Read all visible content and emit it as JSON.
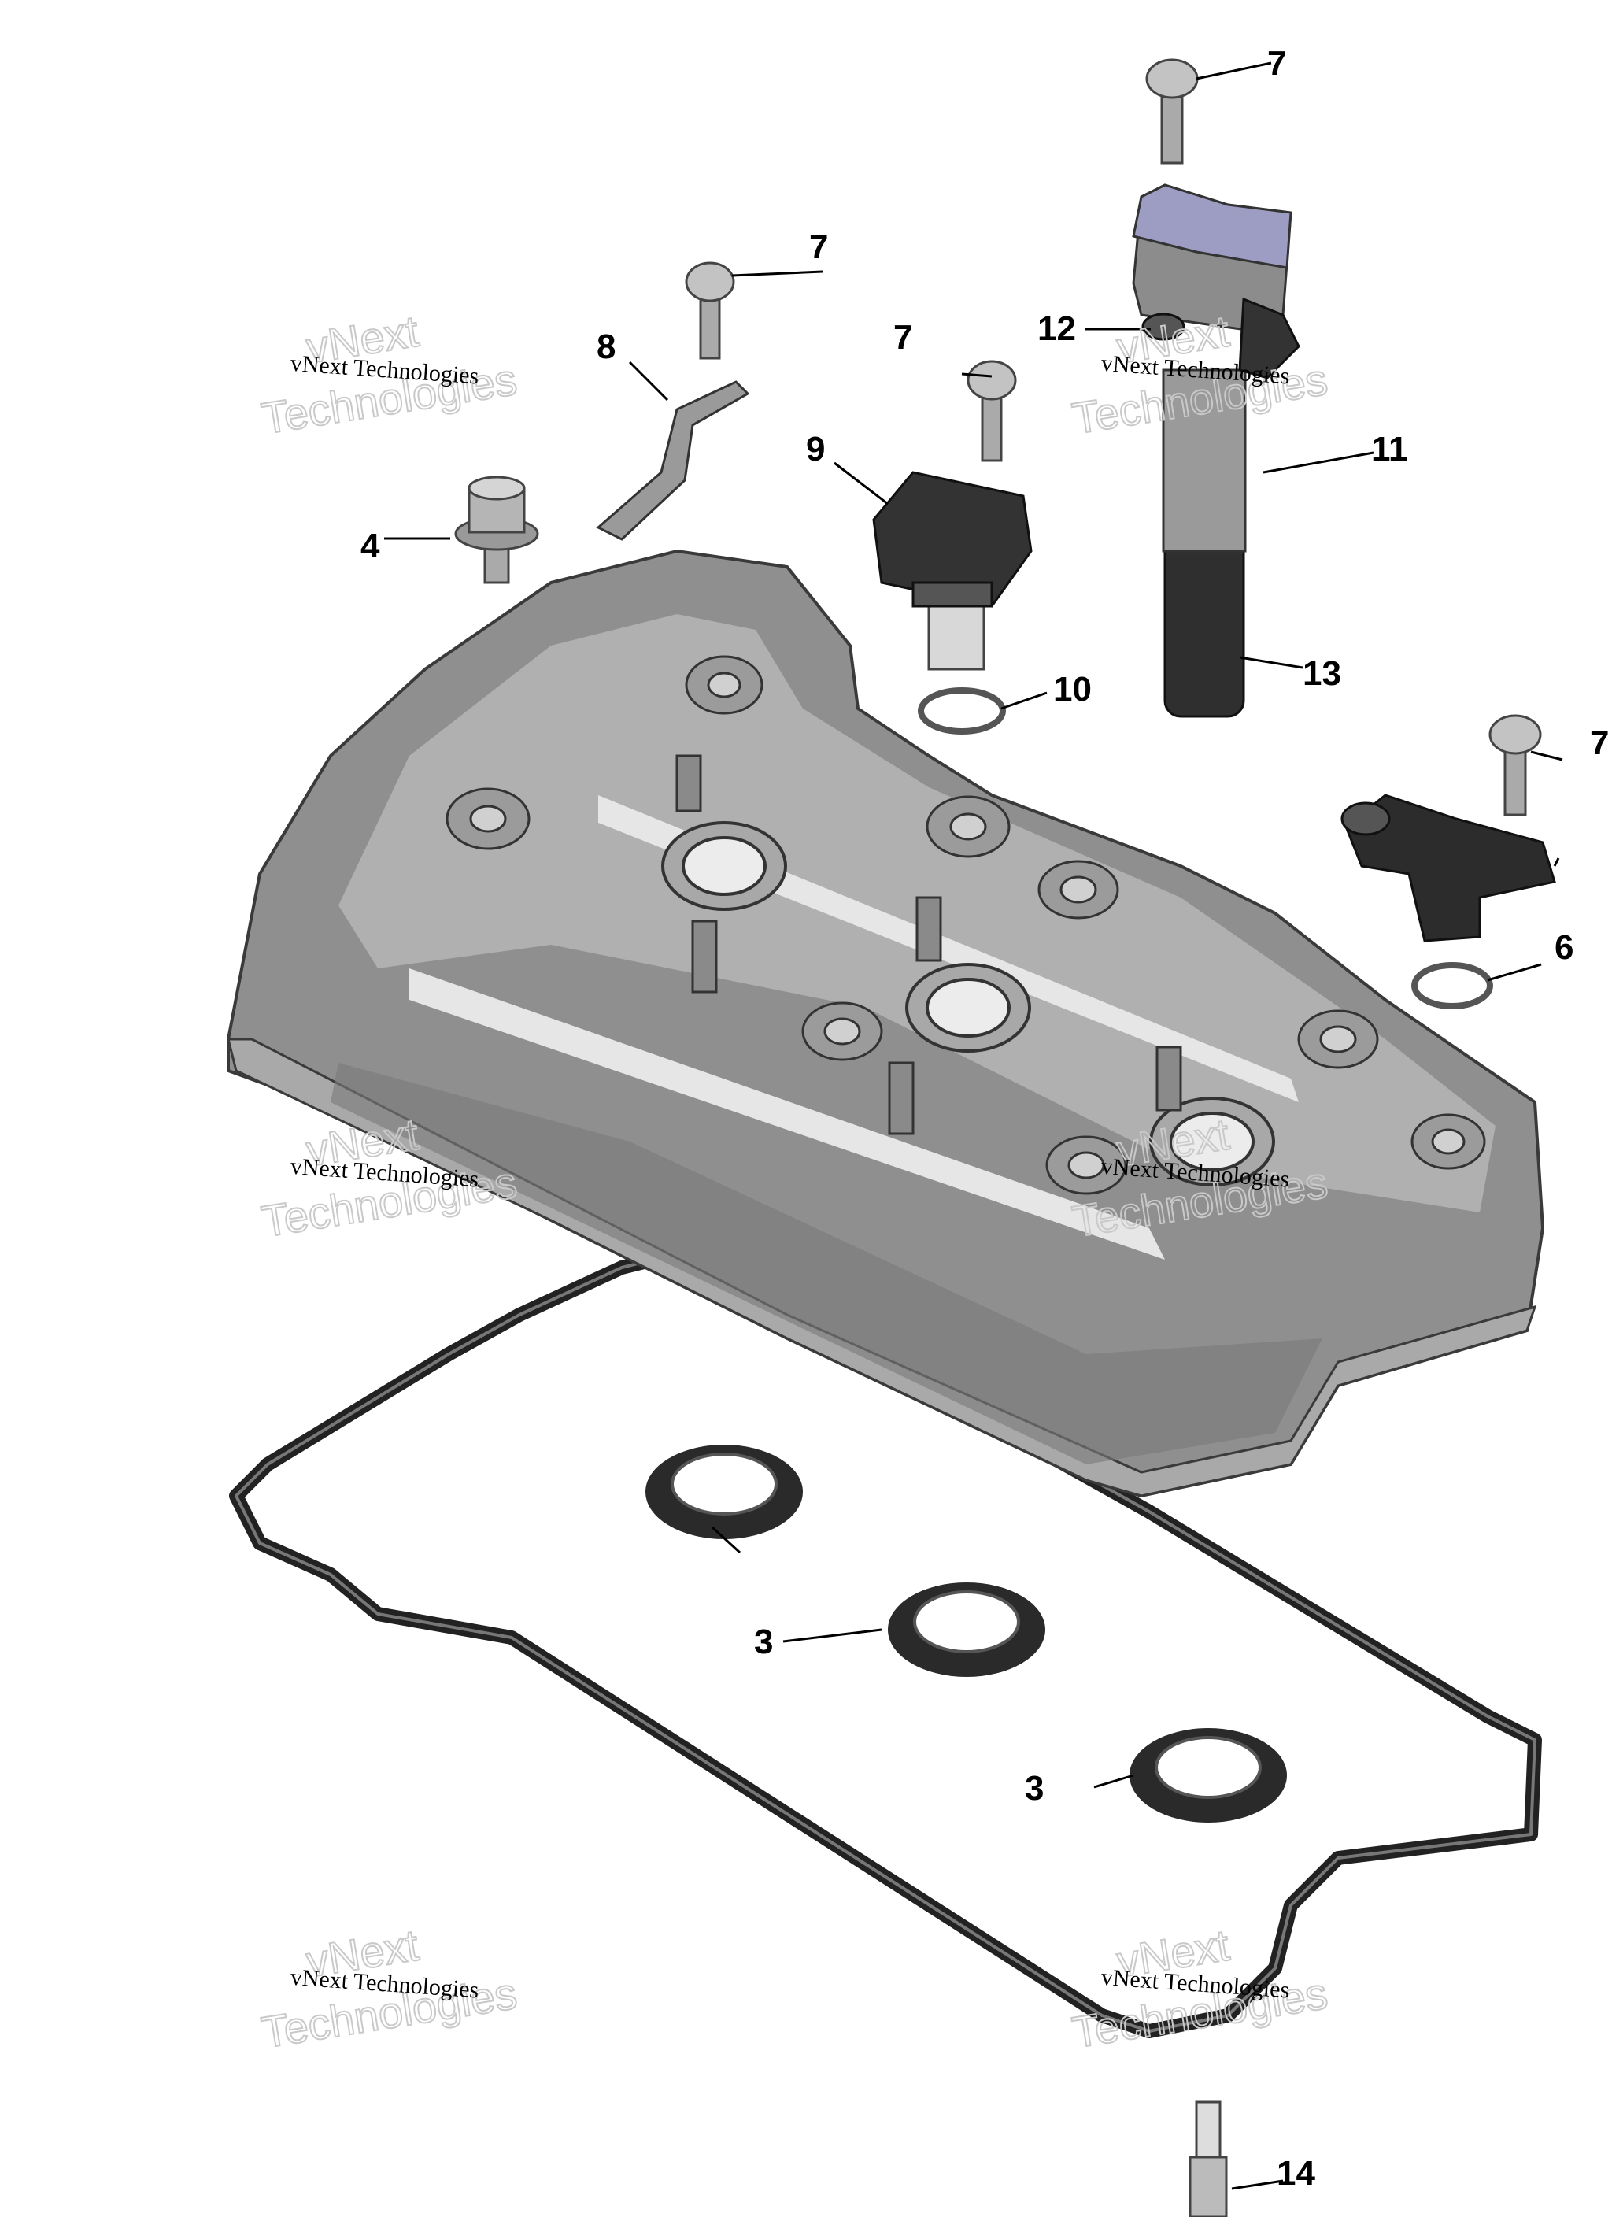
{
  "watermark": {
    "line": "vNext Technologies",
    "big_top": "vNext",
    "big_bottom": "Technologies"
  },
  "callouts": {
    "c3a": "3",
    "c3b": "3",
    "c4": "4",
    "c6": "6",
    "c7a": "7",
    "c7b": "7",
    "c7c": "7",
    "c7d": "7",
    "c8": "8",
    "c9": "9",
    "c10": "10",
    "c11": "11",
    "c12": "12",
    "c13": "13",
    "c14": "14"
  },
  "colors": {
    "cover": "#8f8f8f",
    "cover_light": "#c4c4c4",
    "cover_dark": "#5e5e5e",
    "gasket": "#222222",
    "coil_cap": "#9d9dc4",
    "sensor": "#333333"
  }
}
